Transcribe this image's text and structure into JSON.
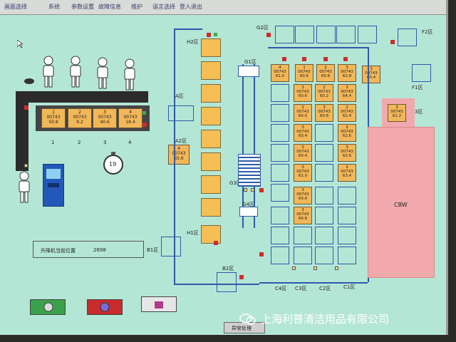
{
  "menu": [
    "画面选择",
    "系统",
    "参数设置",
    "故障信息",
    "维护",
    "语言选择",
    "登入退出"
  ],
  "zones": {
    "h2": "H2区",
    "a": "A区",
    "a2": "A2区",
    "g1": "G1区",
    "g2": "G2区",
    "g3": "G3区",
    "g4": "G4区",
    "h1": "H1区",
    "b1": "B1区",
    "b2": "B2区",
    "f1": "F1区",
    "f2": "F2区",
    "f3": "F3区",
    "c1": "C1区",
    "c2": "C2区",
    "c3": "C3区",
    "c4": "C4区"
  },
  "station_totes": [
    {
      "num": "1",
      "code": "00743",
      "val": "50.8"
    },
    {
      "num": "2",
      "code": "00743",
      "val": "9.2"
    },
    {
      "num": "3",
      "code": "00743",
      "val": "40.6"
    },
    {
      "num": "4",
      "code": "00743",
      "val": "18.4"
    }
  ],
  "station_numbers": [
    "1",
    "2",
    "3",
    "4"
  ],
  "a2_tote": {
    "num": "4",
    "code": "00743",
    "val": "65.6"
  },
  "timer": "19",
  "lift_label": "升降机当前位置",
  "lift_value": "2698",
  "cbw": "CBW",
  "racks_top": [
    {
      "num": "4",
      "code": "00743",
      "val": "61.0"
    },
    {
      "num": "1",
      "code": "00743",
      "val": "60.6"
    },
    {
      "num": "2",
      "code": "00743",
      "val": "60.6"
    },
    {
      "num": "3",
      "code": "00743",
      "val": "62.8"
    },
    {
      "num": "3",
      "code": "00743",
      "val": "60.4"
    }
  ],
  "f3_tote": {
    "num": "3",
    "code": "00743",
    "val": "61.2"
  },
  "rack_grid": [
    [
      {
        "num": "3",
        "code": "00743",
        "val": "60.6"
      },
      {
        "num": "2",
        "code": "00743",
        "val": "60.2"
      },
      {
        "num": "3",
        "code": "00743",
        "val": "64.4"
      }
    ],
    [
      {
        "num": "2",
        "code": "00743",
        "val": "60.0"
      },
      {
        "num": "3",
        "code": "00743",
        "val": "60.8"
      },
      {
        "num": "2",
        "code": "00743",
        "val": "62.4"
      }
    ],
    [
      {
        "num": "3",
        "code": "00743",
        "val": "60.4"
      },
      {
        "num": "",
        "code": "",
        "val": ""
      },
      {
        "num": "3",
        "code": "00743",
        "val": "62.6"
      }
    ],
    [
      {
        "num": "3",
        "code": "00743",
        "val": "60.4"
      },
      {
        "num": "",
        "code": "",
        "val": ""
      },
      {
        "num": "3",
        "code": "00743",
        "val": "62.6"
      }
    ],
    [
      {
        "num": "3",
        "code": "00743",
        "val": "62.0"
      },
      {
        "num": "",
        "code": "",
        "val": ""
      },
      {
        "num": "3",
        "code": "00743",
        "val": "63.4"
      }
    ],
    [
      {
        "num": "3",
        "code": "00743",
        "val": "60.6"
      },
      {
        "num": "",
        "code": "",
        "val": ""
      },
      {
        "num": "",
        "code": "",
        "val": ""
      }
    ],
    [
      {
        "num": "3",
        "code": "00743",
        "val": "60.8"
      },
      {
        "num": "",
        "code": "",
        "val": ""
      },
      {
        "num": "",
        "code": "",
        "val": ""
      }
    ]
  ],
  "bottom_button": "异常处理",
  "watermark": "上海利普清洁用品有限公司"
}
